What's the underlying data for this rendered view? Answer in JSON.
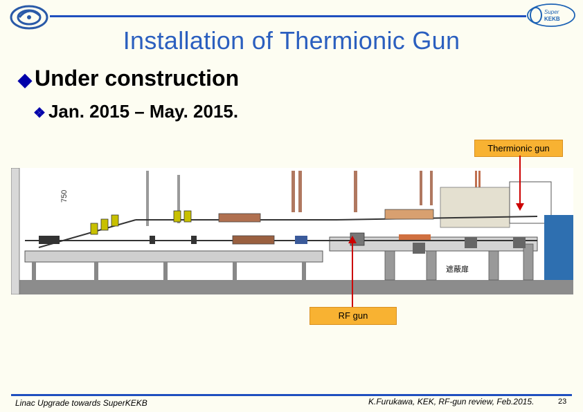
{
  "slide": {
    "title": "Installation of Thermionic Gun",
    "bullet1": "Under construction",
    "bullet2": "Jan. 2015 – May. 2015.",
    "callouts": {
      "thermionic": "Thermionic gun",
      "rf": "RF gun"
    },
    "drawing_labels": {
      "dim": "750",
      "shield": "遮蔽扉"
    },
    "logo_right_text": "Super KEKB",
    "footer_left": "Linac Upgrade towards SuperKEKB",
    "footer_right": "K.Furukawa, KEK, RF-gun review, Feb.2015.",
    "page_number": "23"
  },
  "colors": {
    "title": "#2b5fbf",
    "rule": "#1f4fbf",
    "callout": "#f8b232",
    "arrow": "#cc0000"
  }
}
